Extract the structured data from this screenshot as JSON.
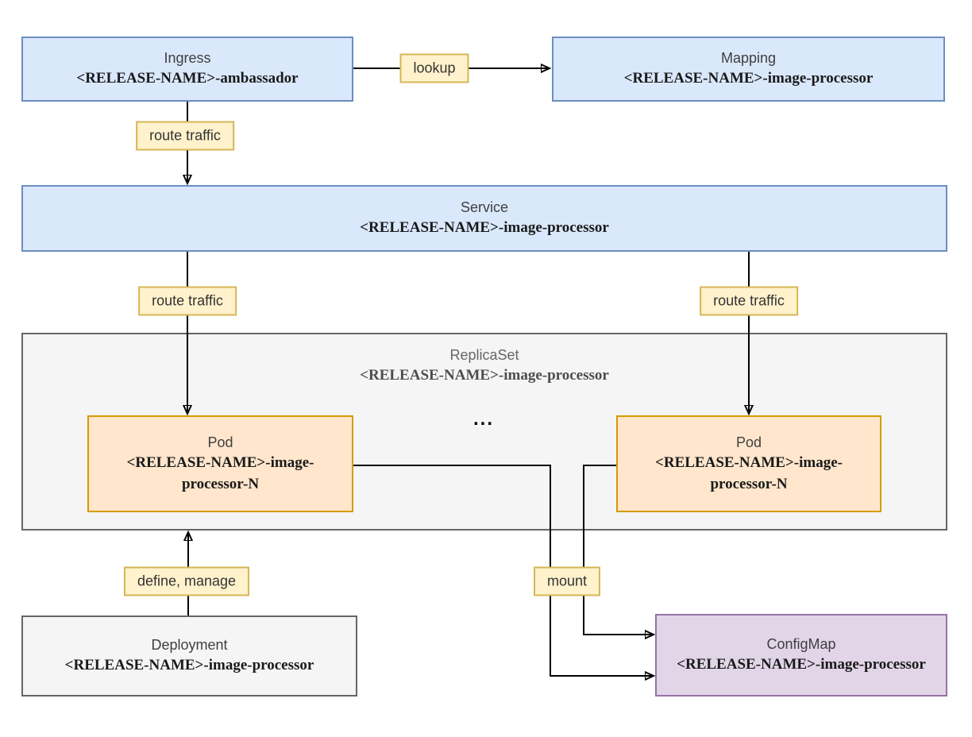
{
  "nodes": {
    "ingress": {
      "type": "Ingress",
      "name": "<RELEASE-NAME>-ambassador"
    },
    "mapping": {
      "type": "Mapping",
      "name": "<RELEASE-NAME>-image-processor"
    },
    "service": {
      "type": "Service",
      "name": "<RELEASE-NAME>-image-processor"
    },
    "replicaset": {
      "type": "ReplicaSet",
      "name": "<RELEASE-NAME>-image-processor"
    },
    "pod_left": {
      "type": "Pod",
      "name": "<RELEASE-NAME>-image-processor-N"
    },
    "pod_right": {
      "type": "Pod",
      "name": "<RELEASE-NAME>-image-processor-N"
    },
    "deployment": {
      "type": "Deployment",
      "name": "<RELEASE-NAME>-image-processor"
    },
    "configmap": {
      "type": "ConfigMap",
      "name": "<RELEASE-NAME>-image-processor"
    }
  },
  "labels": {
    "lookup": "lookup",
    "route_traffic_ingress": "route traffic",
    "route_traffic_left": "route traffic",
    "route_traffic_right": "route traffic",
    "define_manage": "define, manage",
    "mount": "mount"
  },
  "ellipsis": "...",
  "colors": {
    "blue_fill": "#dae8fc",
    "blue_stroke": "#6c8ebf",
    "yellow_fill": "#fff2cc",
    "yellow_stroke": "#d6b656",
    "orange_fill": "#ffe6cc",
    "orange_stroke": "#d79b00",
    "gray_fill": "#f5f5f5",
    "gray_stroke": "#666666",
    "purple_fill": "#e1d5e7",
    "purple_stroke": "#9673a6",
    "edge_stroke": "#000000"
  }
}
